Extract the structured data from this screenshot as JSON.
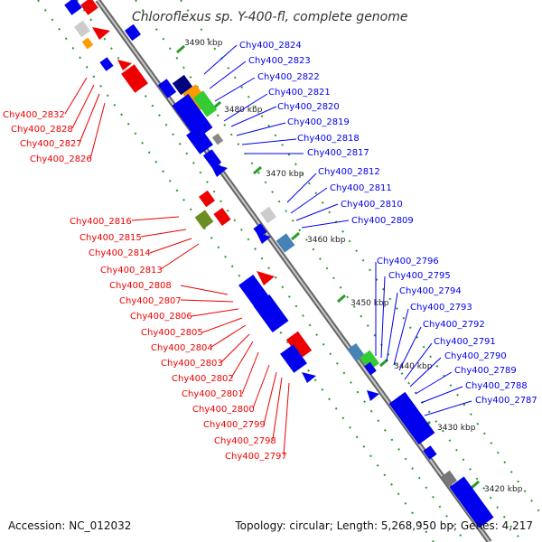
{
  "title": "Chloroflexus sp. Y-400-fl, complete genome",
  "accession": "Accession: NC_012032",
  "summary": "Topology: circular; Length: 5,268,950 bp; Genes: 4,217",
  "kbp_marks": [
    "3490 kbp",
    "3480 kbp",
    "3470 kbp",
    "3460 kbp",
    "3450 kbp",
    "3440 kbp",
    "3430 kbp",
    "3420 kbp"
  ],
  "labels_right": [
    "Chy400_2824",
    "Chy400_2823",
    "Chy400_2822",
    "Chy400_2821",
    "Chy400_2820",
    "Chy400_2819",
    "Chy400_2818",
    "Chy400_2817",
    "Chy400_2812",
    "Chy400_2811",
    "Chy400_2810",
    "Chy400_2809",
    "Chy400_2796",
    "Chy400_2795",
    "Chy400_2794",
    "Chy400_2793",
    "Chy400_2792",
    "Chy400_2791",
    "Chy400_2790",
    "Chy400_2789",
    "Chy400_2788",
    "Chy400_2787"
  ],
  "labels_left": [
    "Chy400_2832",
    "Chy400_2828",
    "Chy400_2827",
    "Chy400_2826",
    "Chy400_2816",
    "Chy400_2815",
    "Chy400_2814",
    "Chy400_2813",
    "Chy400_2808",
    "Chy400_2807",
    "Chy400_2806",
    "Chy400_2805",
    "Chy400_2804",
    "Chy400_2803",
    "Chy400_2802",
    "Chy400_2801",
    "Chy400_2800",
    "Chy400_2799",
    "Chy400_2798",
    "Chy400_2797"
  ],
  "colors": {
    "forward_strand": "#0000ee",
    "reverse_strand": "#ee0000",
    "backbone": "#999999",
    "tick": "#2a9a2a",
    "gene_grey": "#888888",
    "gene_orange": "#ff9900",
    "gene_green": "#33cc33",
    "gene_olive": "#6b8e23",
    "gene_steel": "#4682b4"
  }
}
